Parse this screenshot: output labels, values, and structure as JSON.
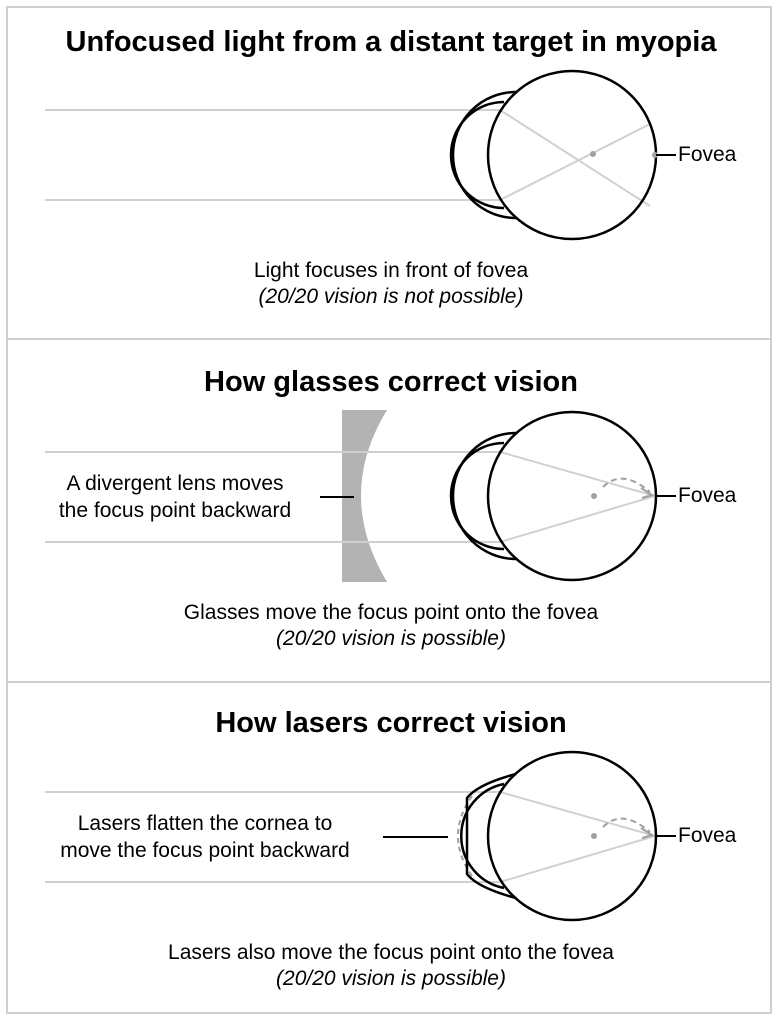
{
  "panels": [
    {
      "title": "Unfocused light from a distant target in myopia",
      "fovea_label": "Fovea",
      "caption_main": "Light focuses in front of fovea",
      "caption_note": "(20/20 vision is not possible)"
    },
    {
      "title": "How glasses correct vision",
      "side_label_line1": "A divergent lens moves",
      "side_label_line2": "the focus point backward",
      "fovea_label": "Fovea",
      "caption_main": "Glasses move the focus point onto the fovea",
      "caption_note": "(20/20 vision is possible)"
    },
    {
      "title": "How lasers correct vision",
      "side_label_line1": "Lasers flatten the cornea to",
      "side_label_line2": "move the focus point backward",
      "fovea_label": "Fovea",
      "caption_main": "Lasers also move the focus point onto the fovea",
      "caption_note": "(20/20 vision is possible)"
    }
  ],
  "colors": {
    "ray": "#d0d0d0",
    "outline": "#000000",
    "lens_fill": "#b3b3b3",
    "focus_point": "#a0a0a0",
    "frame": "#cfcfcf"
  }
}
